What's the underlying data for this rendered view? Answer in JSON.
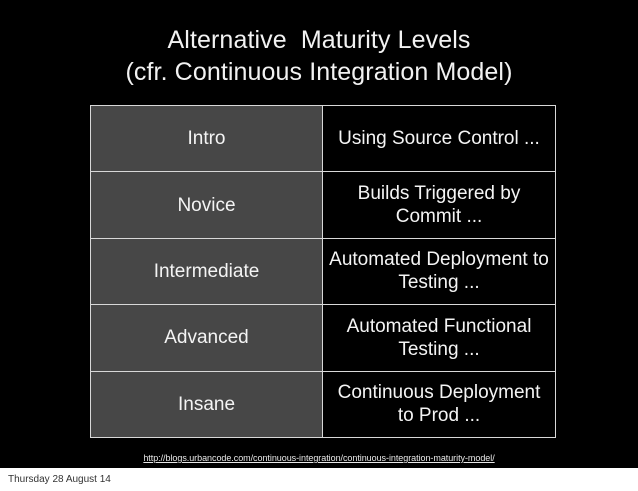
{
  "slide": {
    "background_color": "#000000",
    "title": {
      "line1": "Alternative  Maturity Levels",
      "line2": "(cfr. Continuous Integration Model)"
    },
    "table": {
      "level_column_color": "#474747",
      "description_column_color": "#000000",
      "border_color": "#d8d8d8",
      "rows": [
        {
          "level": "Intro",
          "description": "Using Source Control ..."
        },
        {
          "level": "Novice",
          "description": "Builds Triggered by Commit ..."
        },
        {
          "level": "Intermediate",
          "description": "Automated Deployment to Testing ..."
        },
        {
          "level": "Advanced",
          "description": "Automated Functional Testing ..."
        },
        {
          "level": "Insane",
          "description": "Continuous Deployment to Prod ..."
        }
      ]
    },
    "source_link": "http://blogs.urbancode.com/continuous-integration/continuous-integration-maturity-model/"
  },
  "footer": {
    "date": "Thursday 28 August 14",
    "background_color": "#ffffff"
  }
}
